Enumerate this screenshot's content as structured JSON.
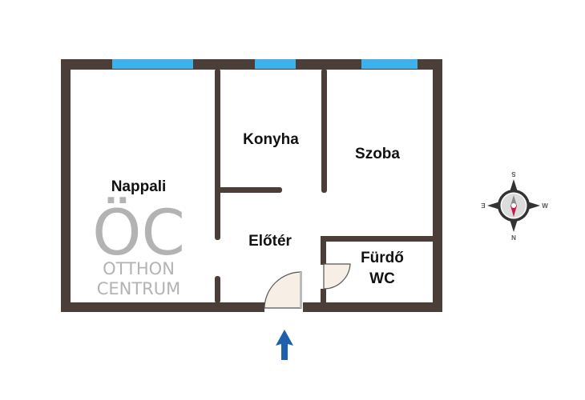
{
  "rooms": {
    "nappali": "Nappali",
    "konyha": "Konyha",
    "szoba": "Szoba",
    "eloter": "Előtér",
    "furdo": "Fürdő",
    "wc": "WC"
  },
  "watermark": {
    "logo": "ÖC",
    "line1": "OTTHON",
    "line2": "CENTRUM"
  },
  "compass": {
    "top": "S",
    "bottom": "N",
    "left": "E",
    "right": "W"
  },
  "colors": {
    "wall": "#4b3d37",
    "window": "#3eb1ea",
    "door_fill": "#f7efe6",
    "arrow": "#1f5fae",
    "needle": "#c8164a"
  }
}
